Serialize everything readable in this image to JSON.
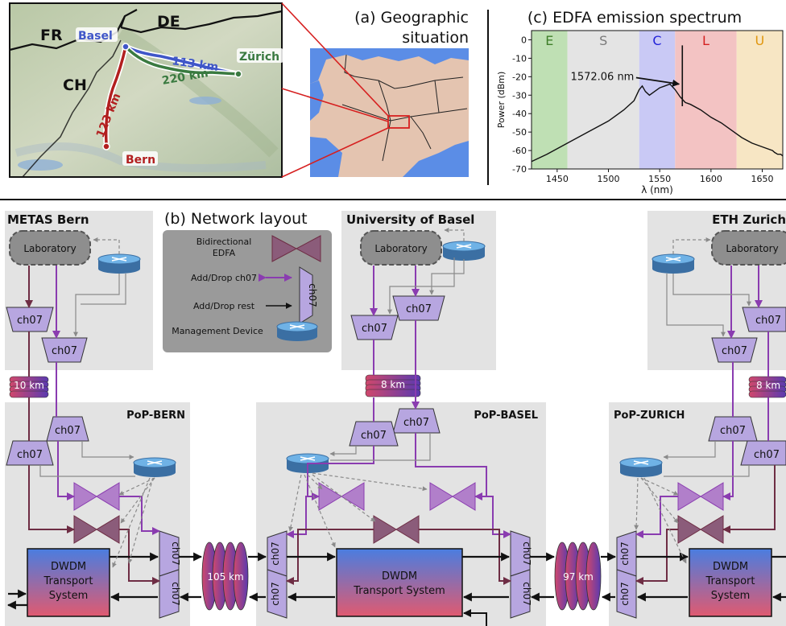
{
  "colors": {
    "bg_panel": "#e3e3e3",
    "legend_bg": "#9a9a9a",
    "purple": "#8a3cb0",
    "maroon": "#6e2d44",
    "mux_fill": "#b7a6e0",
    "edfa_fill": "#8b5c7a",
    "router_fill": "#5aa0d8",
    "lab_fill": "#8e8e8e",
    "water": "#5b8de6",
    "land": "#e4c4b0"
  },
  "map": {
    "countries": {
      "fr": "FR",
      "de": "DE",
      "ch": "CH"
    },
    "cities": {
      "basel": "Basel",
      "zurich": "Zürich",
      "bern": "Bern"
    },
    "links": {
      "basel_zurich_1": "113 km",
      "basel_zurich_2": "220 km",
      "basel_bern": "123 km"
    }
  },
  "geo": {
    "title_line1": "(a) Geographic",
    "title_line2": "situation"
  },
  "network": {
    "title": "(b) Network layout",
    "sites": {
      "bern": "METAS Bern",
      "basel": "University of Basel",
      "zurich": "ETH Zurich"
    },
    "pops": {
      "bern": "PoP-BERN",
      "basel": "PoP-BASEL",
      "zurich": "PoP-ZURICH"
    },
    "lab_label": "Laboratory",
    "mux_label": "ch07",
    "dwdm_3line": [
      "DWDM",
      "Transport",
      "System"
    ],
    "dwdm_2line": [
      "DWDM",
      "Transport System"
    ],
    "spools": {
      "bern_local": "10 km",
      "basel_local": "8 km",
      "zurich_local": "8 km",
      "bern_basel": "105 km",
      "basel_zurich": "97 km"
    },
    "legend": {
      "edfa_1": "Bidirectional",
      "edfa_2": "EDFA",
      "adddrop_ch07": "Add/Drop ch07",
      "adddrop_rest": "Add/Drop rest",
      "management": "Management Device",
      "mux": "ch07"
    }
  },
  "chart_data": {
    "type": "line",
    "title": "(c) EDFA emission spectrum",
    "xlabel": "λ (nm)",
    "ylabel": "Power (dBm)",
    "xlim": [
      1425,
      1670
    ],
    "ylim": [
      -70,
      5
    ],
    "xticks": [
      1450,
      1500,
      1550,
      1600,
      1650
    ],
    "yticks": [
      0,
      -10,
      -20,
      -30,
      -40,
      -50,
      -60,
      -70
    ],
    "grid": false,
    "bands": [
      {
        "name": "E",
        "from": 1425,
        "to": 1460,
        "color": "#bfe0b4",
        "label_color": "#3f7f2a"
      },
      {
        "name": "S",
        "from": 1460,
        "to": 1530,
        "color": "#e4e4e4",
        "label_color": "#7a7a7a"
      },
      {
        "name": "C",
        "from": 1530,
        "to": 1565,
        "color": "#c9c9f5",
        "label_color": "#2323d8"
      },
      {
        "name": "L",
        "from": 1565,
        "to": 1625,
        "color": "#f3c3c3",
        "label_color": "#d42020"
      },
      {
        "name": "U",
        "from": 1625,
        "to": 1670,
        "color": "#f7e6c4",
        "label_color": "#e0960e"
      }
    ],
    "annotation": {
      "text": "1572.06 nm",
      "x": 1572.06,
      "y": -10
    },
    "signal": {
      "x": 1572.06,
      "y_top": -3,
      "y_bottom": -36
    },
    "series": [
      {
        "x": [
          1425,
          1440,
          1460,
          1480,
          1500,
          1515,
          1525,
          1530,
          1533,
          1536,
          1540,
          1545,
          1550,
          1555,
          1560,
          1565,
          1570,
          1575,
          1580,
          1590,
          1600,
          1610,
          1620,
          1630,
          1640,
          1650,
          1660,
          1662,
          1665,
          1668,
          1670
        ],
        "y": [
          -66,
          -62,
          -56,
          -50,
          -44,
          -38,
          -33,
          -27,
          -25,
          -28,
          -30,
          -28,
          -26,
          -25,
          -24,
          -27,
          -31,
          -34,
          -35,
          -38,
          -42,
          -45,
          -49,
          -53,
          -56,
          -58,
          -60,
          -61,
          -62,
          -62,
          -63
        ]
      }
    ]
  }
}
